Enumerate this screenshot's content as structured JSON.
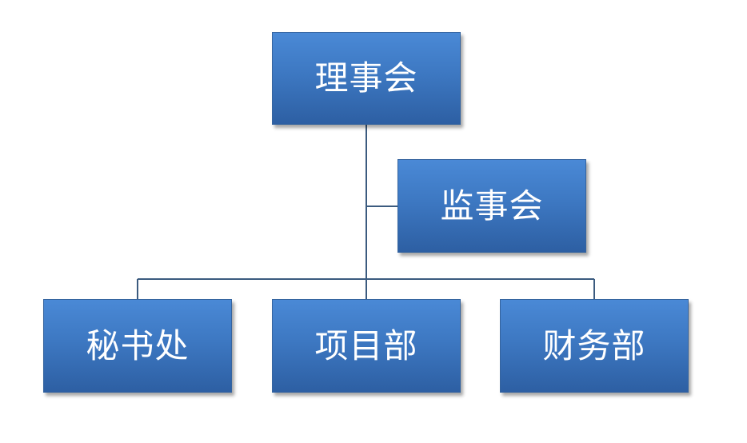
{
  "diagram": {
    "type": "org-chart",
    "colors": {
      "node_top": "#4a89d6",
      "node_bottom": "#2d5fa3",
      "connector": "#3b5b7f",
      "text": "#ffffff"
    },
    "nodes": {
      "board": "理事会",
      "supervisory": "监事会",
      "secretariat": "秘书处",
      "project": "项目部",
      "finance": "财务部"
    }
  }
}
